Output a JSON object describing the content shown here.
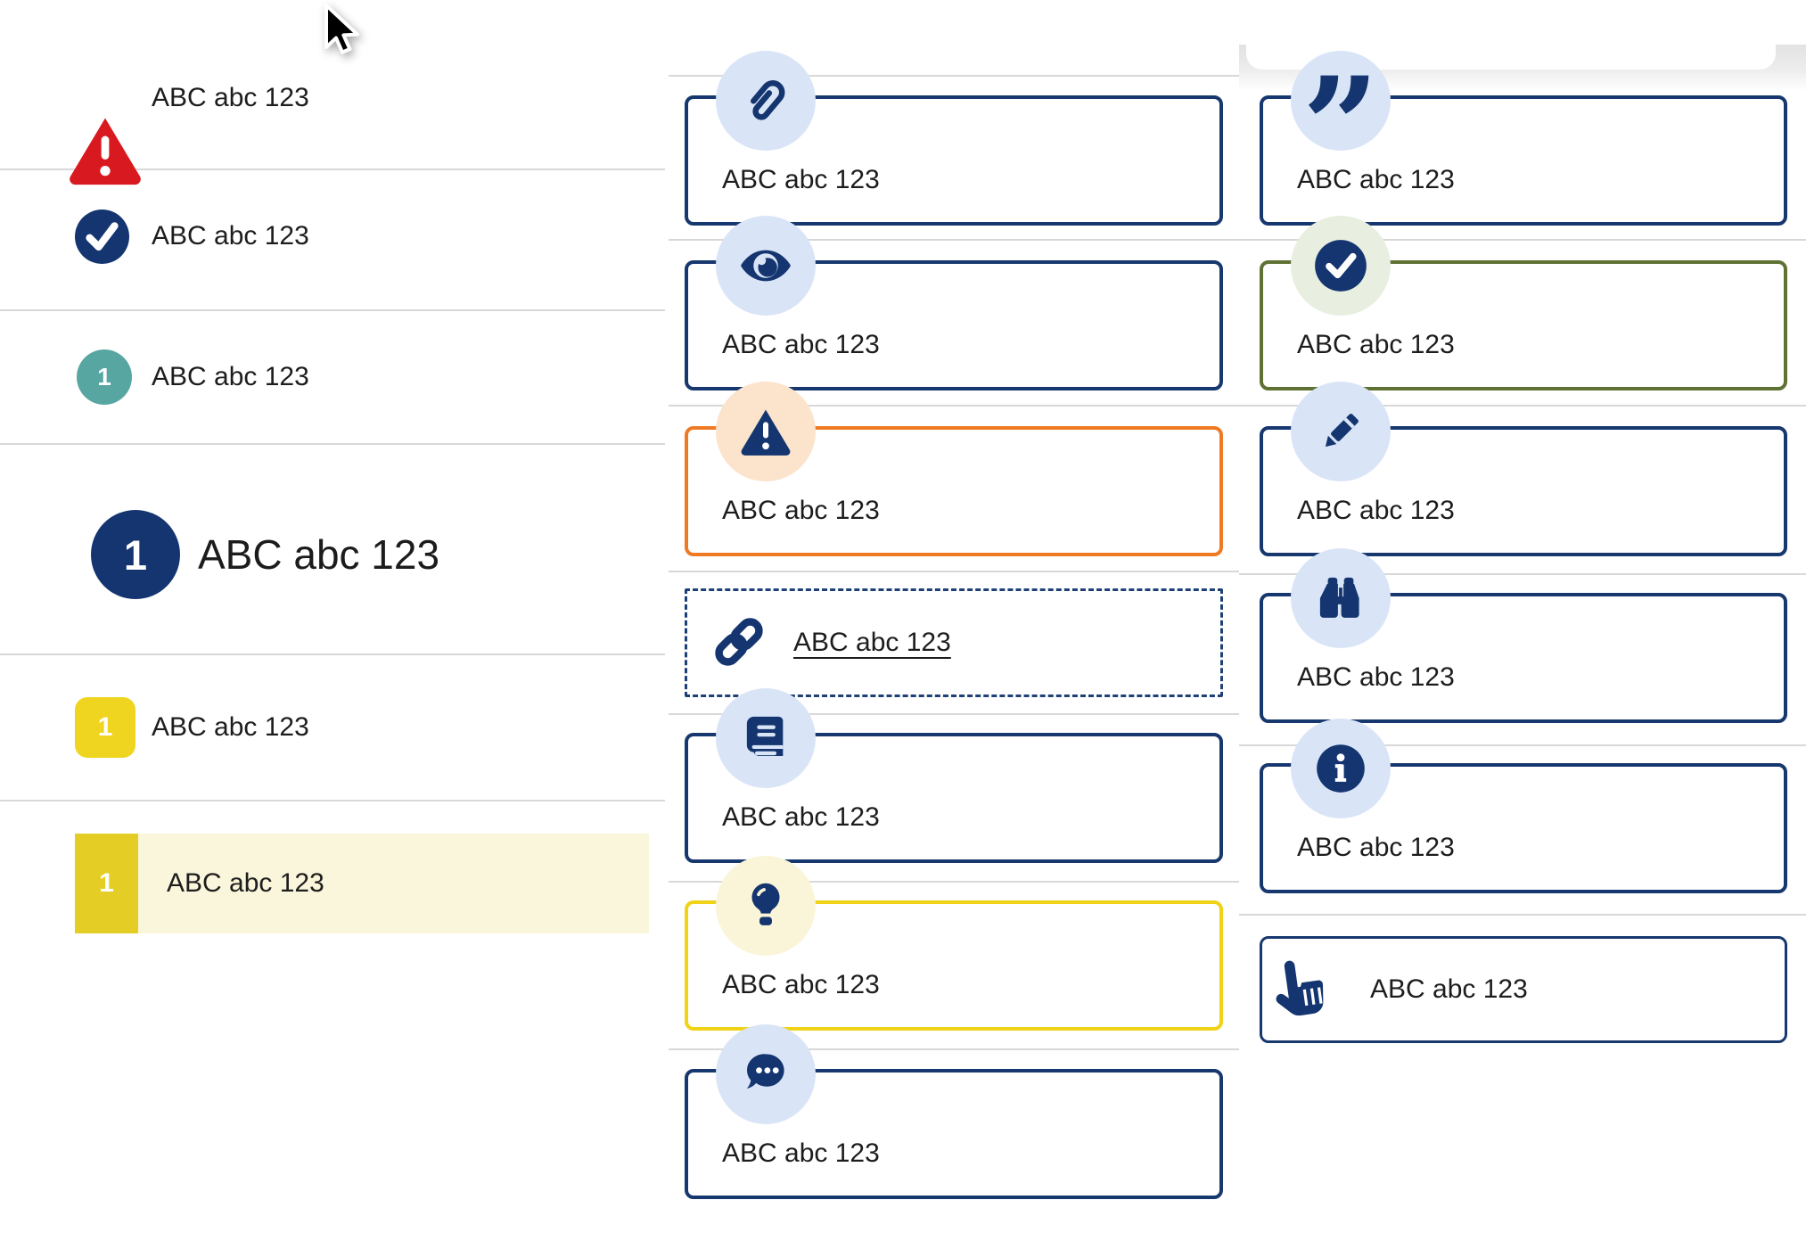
{
  "left": {
    "items": [
      {
        "kind": "warning-list-item",
        "icon": "warning-triangle-icon",
        "label": "ABC abc 123"
      },
      {
        "kind": "check-list-item",
        "icon": "check-circle-icon",
        "label": "ABC abc 123"
      },
      {
        "kind": "numbered-step-teal",
        "icon": "step-number-badge",
        "number": "1",
        "label": "ABC abc 123"
      },
      {
        "kind": "numbered-heading",
        "icon": "step-number-badge",
        "number": "1",
        "label": "ABC abc 123"
      },
      {
        "kind": "numbered-step-yellow",
        "icon": "step-number-badge",
        "number": "1",
        "label": "ABC abc 123"
      },
      {
        "kind": "numbered-step-yellow-highlighted",
        "icon": "step-number-badge",
        "number": "1",
        "label": "ABC abc 123"
      }
    ]
  },
  "middle": {
    "items": [
      {
        "icon": "paperclip-icon",
        "variant": "navy",
        "label": "ABC abc 123"
      },
      {
        "icon": "eye-icon",
        "variant": "navy",
        "label": "ABC abc 123"
      },
      {
        "icon": "warning-triangle-icon",
        "variant": "orange",
        "label": "ABC abc 123"
      },
      {
        "icon": "link-icon",
        "variant": "dashed",
        "label": "ABC abc 123"
      },
      {
        "icon": "book-icon",
        "variant": "navy",
        "label": "ABC abc 123"
      },
      {
        "icon": "lightbulb-icon",
        "variant": "yellow",
        "label": "ABC abc 123"
      },
      {
        "icon": "chat-bubble-icon",
        "variant": "navy",
        "label": "ABC abc 123"
      }
    ]
  },
  "right": {
    "items": [
      {
        "icon": "quote-icon",
        "variant": "navy",
        "label": "ABC abc 123",
        "glyph": "”"
      },
      {
        "icon": "success-check-icon",
        "variant": "olive",
        "label": "ABC abc 123"
      },
      {
        "icon": "pencil-icon",
        "variant": "navy",
        "label": "ABC abc 123"
      },
      {
        "icon": "binoculars-icon",
        "variant": "navy",
        "label": "ABC abc 123"
      },
      {
        "icon": "info-icon",
        "variant": "navy",
        "label": "ABC abc 123"
      },
      {
        "icon": "hand-pointer-icon",
        "variant": "navy",
        "label": "ABC abc 123"
      }
    ]
  },
  "colors": {
    "navy": "#14356f",
    "border_navy": "#17386e",
    "badge_blue": "#d9e5f7",
    "badge_peach": "#fbe3cc",
    "badge_pale_yellow": "#faf5d8",
    "badge_sage": "#e9efe0",
    "orange": "#ee7b23",
    "yellow_border": "#f0d317",
    "olive": "#5f7233",
    "red": "#d8191f",
    "teal": "#58a6a2",
    "yellow_square": "#efd51f",
    "yellow_bar": "#e4ce25",
    "highlight_cream": "#faf6dc",
    "divider_gray": "#d8d8d8",
    "text": "#1d1d1d"
  }
}
